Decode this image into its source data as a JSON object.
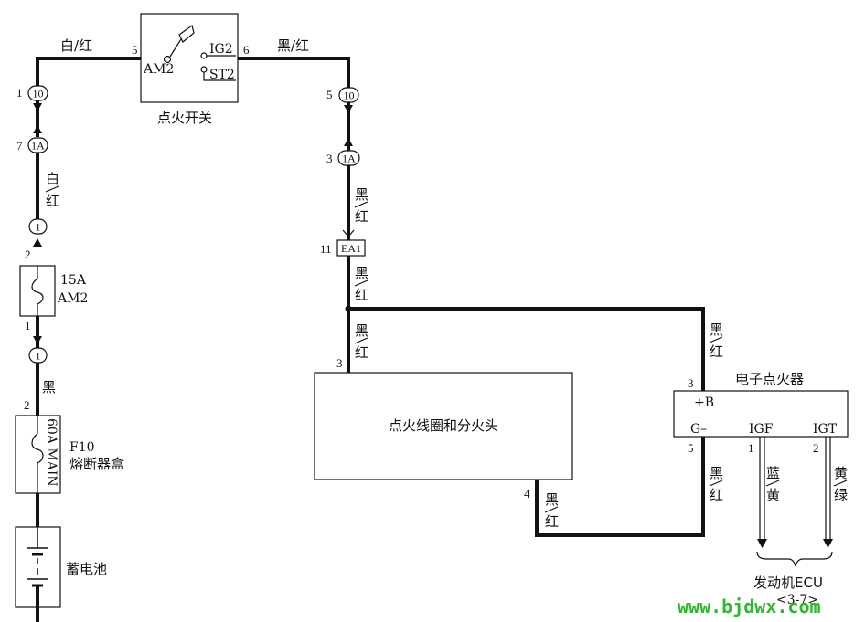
{
  "components": {
    "ignition_switch": {
      "name": "点火开关",
      "terminal_am2": "AM2",
      "terminal_ig2": "IG2",
      "terminal_st2": "ST2",
      "pin_in": "5",
      "pin_out": "6"
    },
    "fuse_am2": {
      "rating": "15A",
      "name": "AM2",
      "pin_top": "2",
      "pin_bottom": "1"
    },
    "fusible_link": {
      "code": "F10",
      "name": "熔断器盒",
      "rating": "60A MAIN",
      "pin_top": "2"
    },
    "battery": {
      "name": "蓄电池"
    },
    "coil": {
      "name": "点火线圈和分火头",
      "pin_top": "3",
      "pin_bottom": "4"
    },
    "igniter": {
      "name": "电子点火器",
      "terminal_b": "+B",
      "terminal_g": "G–",
      "terminal_igf": "IGF",
      "terminal_igt": "IGT",
      "pin_b": "3",
      "pin_g": "5",
      "pin_igf": "1",
      "pin_igt": "2"
    },
    "ecu": {
      "name": "发动机ECU",
      "ref": "<3-7>"
    }
  },
  "connectors": {
    "c10_left": {
      "id": "10",
      "pin": "1"
    },
    "c1a_left": {
      "id": "1A",
      "pin": "7"
    },
    "c1_upper": {
      "id": "1",
      "pin": ""
    },
    "c1_lower": {
      "id": "1",
      "pin": ""
    },
    "c10_right": {
      "id": "10",
      "pin": "5"
    },
    "c1a_right": {
      "id": "1A",
      "pin": "3"
    },
    "eai": {
      "id": "EA1",
      "pin": "11"
    }
  },
  "wire_colors": {
    "top_left": "白/红",
    "top_right": "黑/红",
    "left_a": "白",
    "left_b": "红",
    "left_black": "黑",
    "black": "黑",
    "red": "红",
    "blue": "蓝",
    "yellow": "黄",
    "green": "绿"
  },
  "watermark": "www.bjdwx.com"
}
